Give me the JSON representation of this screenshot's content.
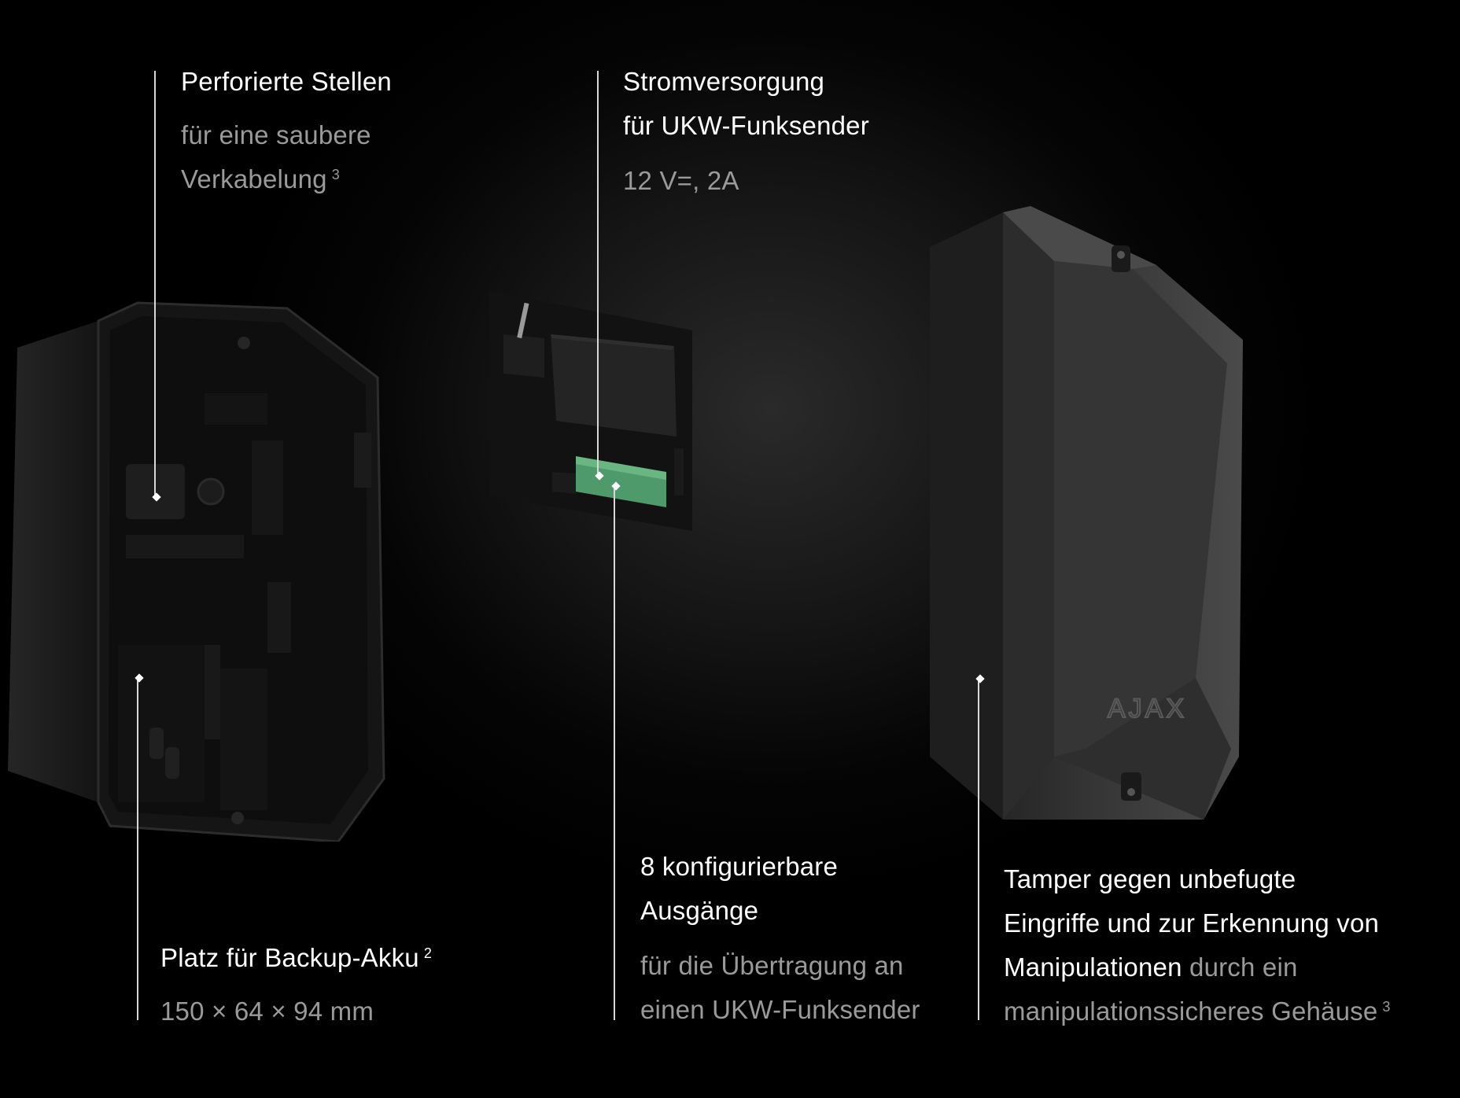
{
  "callouts": {
    "perforations": {
      "title": "Perforierte Stellen",
      "sub_line1": "für eine saubere",
      "sub_line2": "Verkabelung",
      "sub_note": "3"
    },
    "power": {
      "title_line1": "Stromversorgung",
      "title_line2": "für UKW-Funksender",
      "sub": "12 V=, 2A"
    },
    "battery": {
      "title": "Platz für Backup-Akku",
      "title_note": "2",
      "sub": "150 × 64 × 94 mm"
    },
    "outputs": {
      "title_line1": "8 konfigurierbare",
      "title_line2": "Ausgänge",
      "sub_line1": "für die Übertragung an",
      "sub_line2": "einen UKW-Funksender"
    },
    "tamper": {
      "title_line1": "Tamper gegen unbefugte",
      "title_line2": "Eingriffe und zur Erkennung von",
      "title_line3": "Manipulationen",
      "sub_inline": "durch ein",
      "sub_line4": "manipulationssicheres Gehäuse",
      "sub_note": "3"
    }
  },
  "product": {
    "logo_text": "AJAX"
  },
  "colors": {
    "background": "#000000",
    "title_text": "#ffffff",
    "secondary_text": "#9a9a9a",
    "terminal_block": "#4f9a6a"
  }
}
